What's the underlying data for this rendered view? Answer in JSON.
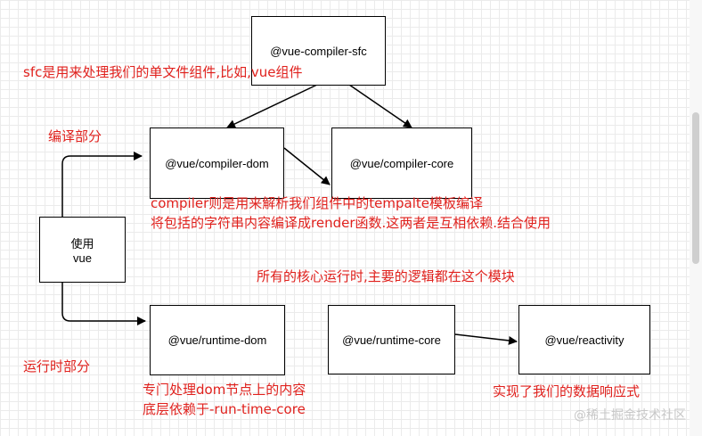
{
  "nodes": {
    "compiler_sfc": "@vue-compiler-sfc",
    "compiler_dom": "@vue/compiler-dom",
    "compiler_core": "@vue/compiler-core",
    "use_vue_line1": "使用",
    "use_vue_line2": "vue",
    "runtime_dom": "@vue/runtime-dom",
    "runtime_core": "@vue/runtime-core",
    "reactivity": "@vue/reactivity"
  },
  "annotations": {
    "sfc_note": "sfc是用来处理我们的单文件组件,比如,vue组件",
    "compile_section": "编译部分",
    "compiler_note_line1": "compiler则是用来解析我们组件中的tempalte模板编译",
    "compiler_note_line2": "将包括的字符串内容编译成render函数.这两者是互相依赖.结合使用",
    "runtime_core_note": "所有的核心运行时,主要的逻辑都在这个模块",
    "runtime_section": "运行时部分",
    "runtime_dom_note_line1": "专门处理dom节点上的内容",
    "runtime_dom_note_line2": "底层依赖于-run-time-core",
    "reactivity_note": "实现了我们的数据响应式"
  },
  "watermark": "@稀土掘金技术社区",
  "colors": {
    "annotation": "#e0211d",
    "box_border": "#000000",
    "grid": "#ebebeb"
  }
}
